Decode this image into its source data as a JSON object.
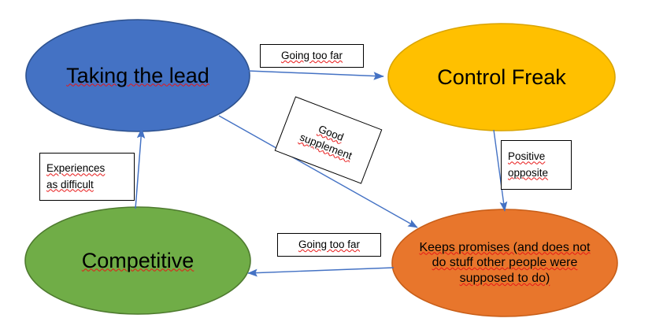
{
  "diagram": {
    "title": "Taking the lead / Control Freak / Competitive behaviour map",
    "colors": {
      "blue_fill": "#4472C4",
      "blue_stroke": "#2E528F",
      "amber_fill": "#FFC000",
      "amber_stroke": "#D0A000",
      "green_fill": "#70AD47",
      "green_stroke": "#507E32",
      "orange_fill": "#E8762C",
      "orange_stroke": "#C25A16",
      "arrow": "#4472C4",
      "box_border": "#000000",
      "text": "#000000",
      "spellcheck": "#E81717",
      "background": "#FFFFFF"
    },
    "nodes": [
      {
        "id": "taking-the-lead",
        "label": "Taking the lead",
        "fill": "#4472C4",
        "font_size": 27,
        "spellcheck": true
      },
      {
        "id": "control-freak",
        "label": "Control Freak",
        "fill": "#FFC000",
        "font_size": 27,
        "spellcheck": false
      },
      {
        "id": "competitive",
        "label": "Competitive",
        "fill": "#70AD47",
        "font_size": 27,
        "spellcheck": true
      },
      {
        "id": "keeps-promises",
        "label": "Keeps promises (and does not\ndo stuff other people were\nsupposed to do)",
        "fill": "#E8762C",
        "font_size": 16,
        "spellcheck": true
      }
    ],
    "edge_labels": [
      {
        "id": "going-too-far-top",
        "text": "Going too far",
        "rotated": false
      },
      {
        "id": "good-supplement",
        "text": "Good\nsupplement",
        "rotated": true
      },
      {
        "id": "positive-opposite",
        "text": "Positive\nopposite",
        "rotated": false
      },
      {
        "id": "experiences-as-difficult",
        "text": "Experiences\nas difficult",
        "rotated": false
      },
      {
        "id": "going-too-far-bottom",
        "text": "Going too far",
        "rotated": false
      }
    ],
    "edges": [
      {
        "id": "lead-to-control",
        "from": "taking-the-lead",
        "to": "control-freak",
        "label": "Going too far"
      },
      {
        "id": "lead-to-keeps",
        "from": "taking-the-lead",
        "to": "keeps-promises",
        "label": "Good supplement"
      },
      {
        "id": "control-to-keeps",
        "from": "control-freak",
        "to": "keeps-promises",
        "label": "Positive opposite"
      },
      {
        "id": "keeps-to-competitive",
        "from": "keeps-promises",
        "to": "competitive",
        "label": "Going too far"
      },
      {
        "id": "competitive-to-lead",
        "from": "competitive",
        "to": "taking-the-lead",
        "label": "Experiences as difficult"
      }
    ]
  }
}
